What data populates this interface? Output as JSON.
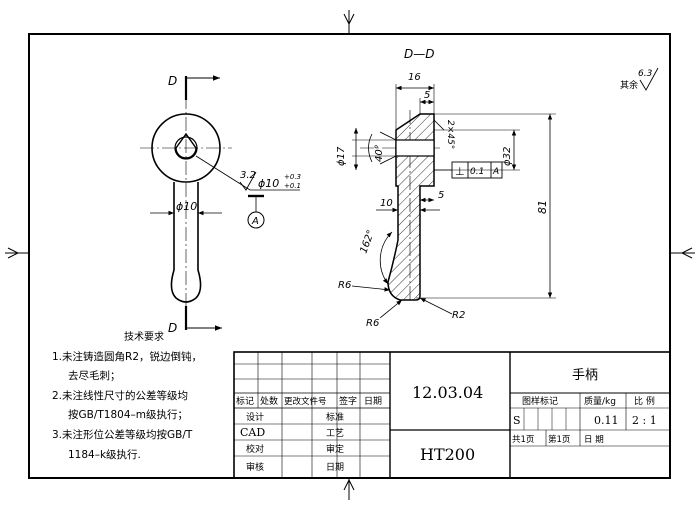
{
  "views": {
    "section_label": "D—D",
    "cut_label_top": "D",
    "cut_label_bottom": "D"
  },
  "dimensions": {
    "d16": "16",
    "d5_top": "5",
    "chamfer": "2×45°",
    "phi17": "ϕ17",
    "angle40": "40°",
    "phi32": "ϕ32",
    "tol_symbol": "⊥",
    "tol_value": "0.1",
    "tol_datum": "A",
    "d10": "10",
    "d5_mid": "5",
    "d81": "81",
    "angle162": "162°",
    "r6_left": "R6",
    "r6_bottom": "R6",
    "r2": "R2",
    "phi10_shank": "ϕ10",
    "hole_rough": "3.2",
    "hole_dim": "ϕ10",
    "hole_tol_upper": "+0.3",
    "hole_tol_lower": "+0.1",
    "datum_a": "A",
    "roughness_other_label": "其余",
    "roughness_other_value": "6.3"
  },
  "notes": {
    "title": "技术要求",
    "items": [
      "1.未注铸造圆角R2，锐边倒钝，",
      "去尽毛刺；",
      "2.未注线性尺寸的公差等级均",
      "按GB/T1804–m级执行；",
      "3.未注形位公差等级均按GB/T",
      "1184–k级执行."
    ]
  },
  "title_block": {
    "drawing_no": "12.03.04",
    "material": "HT200",
    "part_name": "手柄",
    "row_labels": [
      "标记",
      "处数",
      "更改文件号",
      "签字",
      "日期"
    ],
    "designer": "设计",
    "cad": "CAD",
    "checker": "校对",
    "reviewer": "审核",
    "standard": "标准",
    "process": "工艺",
    "approve": "审定",
    "date": "日期",
    "stage_mark": "图样标记",
    "mass_label": "质量/kg",
    "scale_label": "比 例",
    "stage_s": "S",
    "mass": "0.11",
    "scale": "2 : 1",
    "sheets_total": "共1页",
    "sheet_no": "第1页",
    "date2": "日    期"
  }
}
